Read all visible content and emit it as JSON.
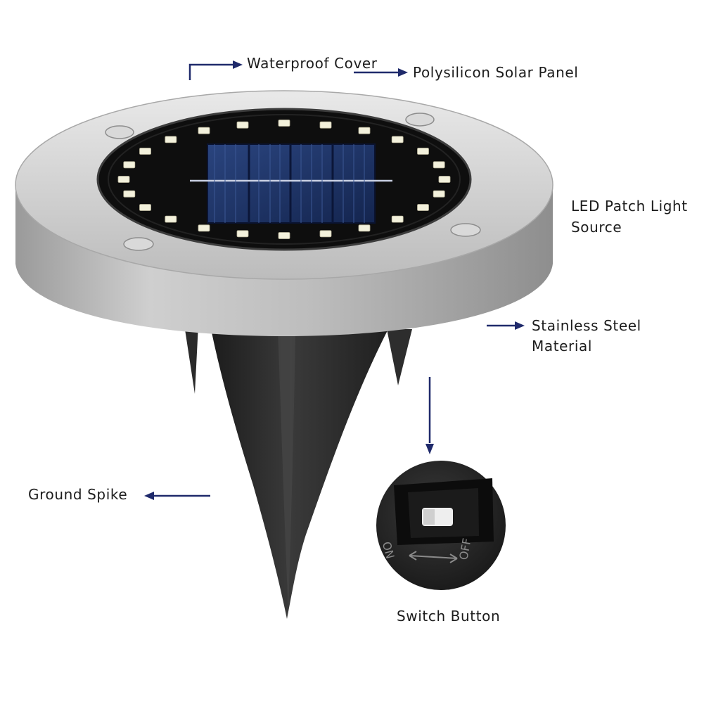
{
  "labels": {
    "waterproof_cover": "Waterproof Cover",
    "solar_panel": "Polysilicon Solar Panel",
    "led_line1": "LED Patch Light",
    "led_line2": "Source",
    "steel_line1": "Stainless Steel",
    "steel_line2": "Material",
    "ground_spike": "Ground Spike",
    "switch_button": "Switch Button",
    "switch_on": "ON",
    "switch_off": "OFF"
  },
  "colors": {
    "arrow": "#1f2a6b",
    "housing": "#b9b9b9",
    "spike": "#2b2b2b",
    "panel": "#1e3266",
    "led": "#f3f1dc"
  },
  "led_count": 24
}
